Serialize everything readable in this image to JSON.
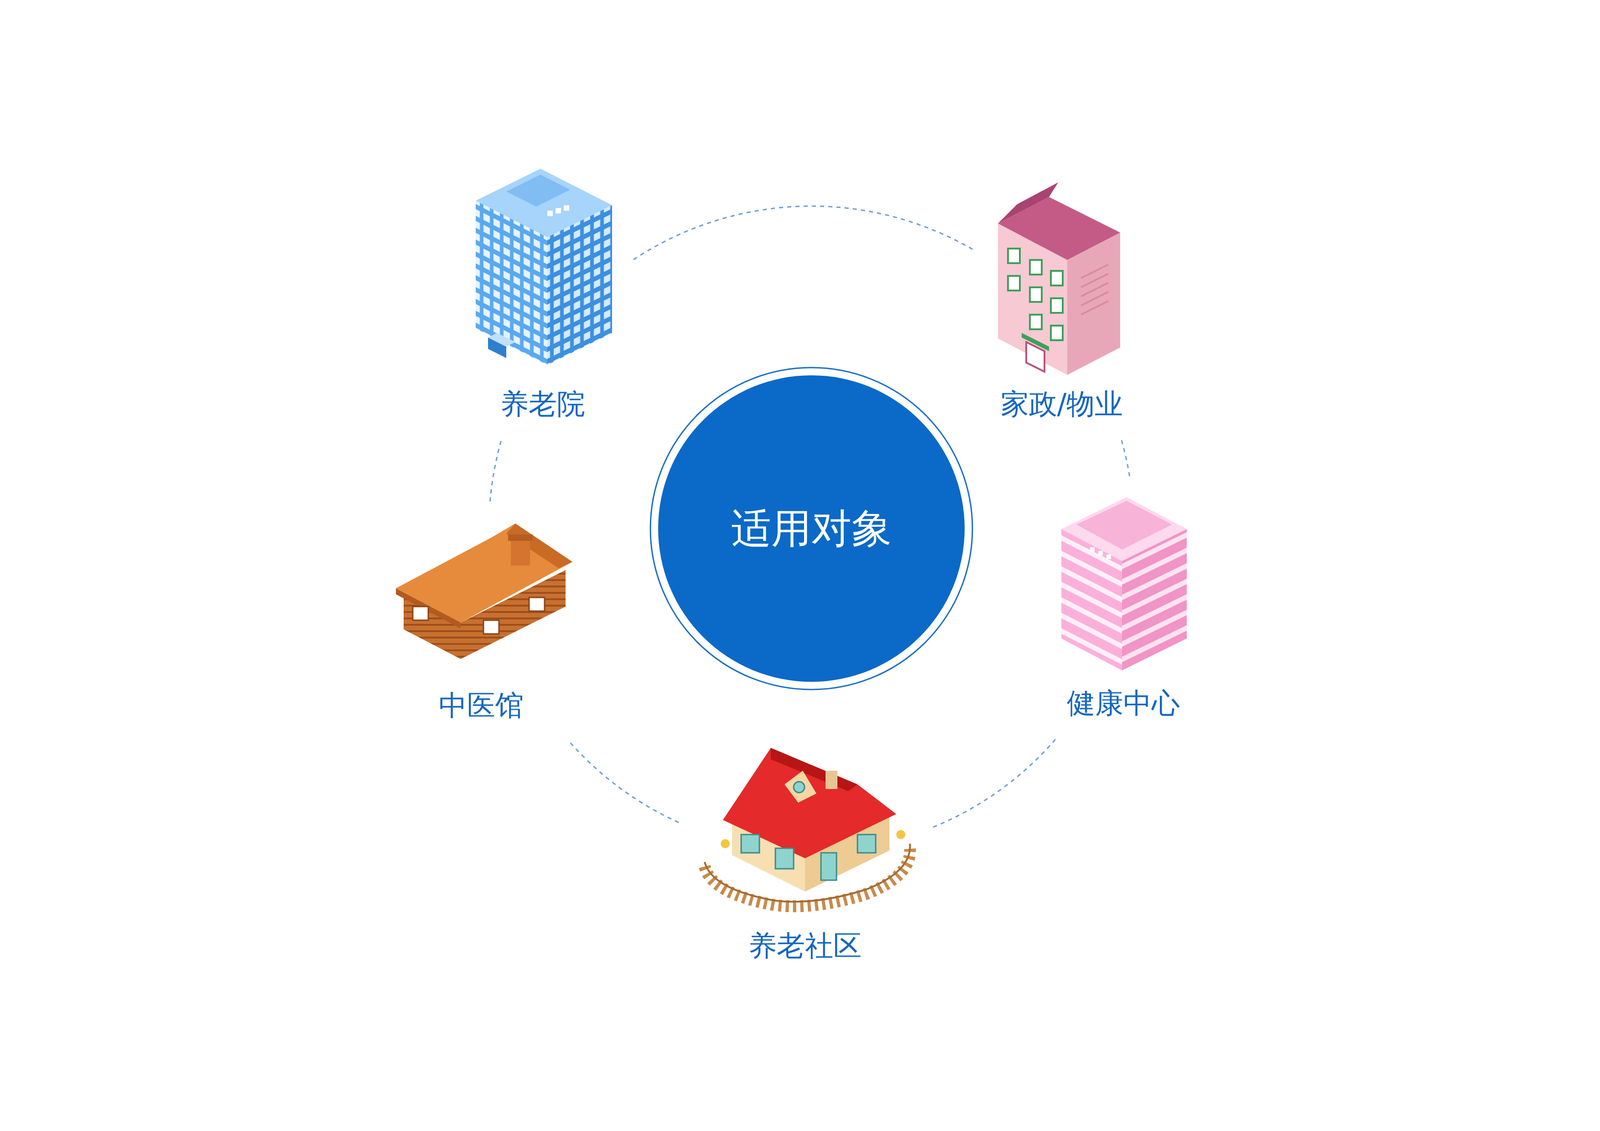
{
  "diagram": {
    "nodes": [
      {
        "text": [
          "适用对象"
        ]
      },
      {
        "text": [
          "养老院"
        ]
      },
      {
        "text": [
          "家政/物业"
        ]
      },
      {
        "text": [
          "健康中心"
        ]
      },
      {
        "text": [
          "养老社区"
        ]
      },
      {
        "text": [
          "中医馆"
        ]
      }
    ],
    "edges": [
      {
        "from": 1,
        "to": 2,
        "arrow": "none"
      },
      {
        "from": 2,
        "to": 3,
        "arrow": "none"
      },
      {
        "from": 3,
        "to": 4,
        "arrow": "none"
      },
      {
        "from": 4,
        "to": 5,
        "arrow": "none"
      },
      {
        "from": 5,
        "to": 1,
        "arrow": "none"
      }
    ]
  }
}
